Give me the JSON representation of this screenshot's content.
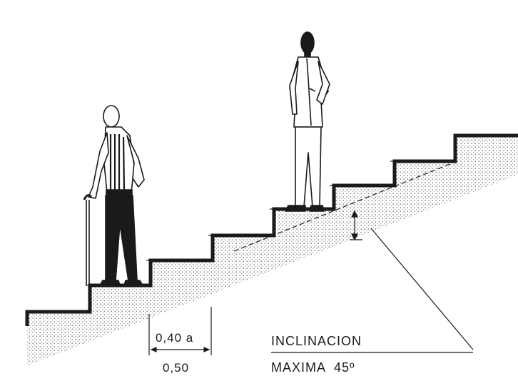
{
  "labels": {
    "tread_top": "0,40 a",
    "tread_bottom": "0,50",
    "incline_title": "INCLINACION",
    "incline_value": "MAXIMA  45º"
  },
  "colors": {
    "ink": "#1a1a1a",
    "stipple": "#8a8a8a",
    "paper": "#ffffff"
  }
}
